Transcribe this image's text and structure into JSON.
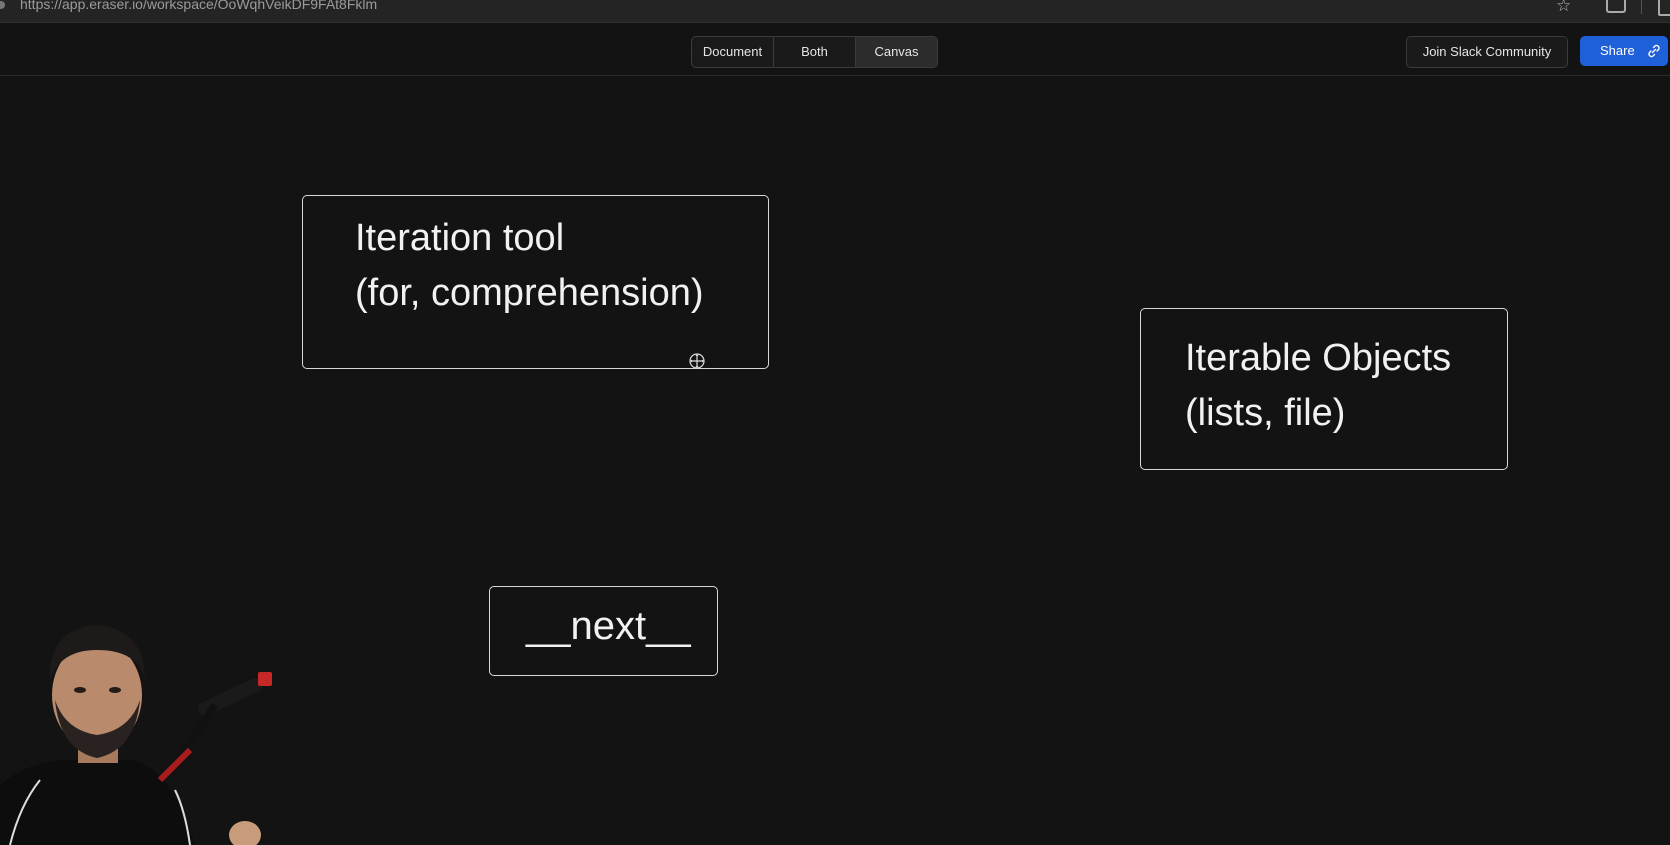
{
  "browser": {
    "url": "https://app.eraser.io/workspace/OoWqhVeikDF9FAt8Fklm",
    "icons": [
      "site-info-icon",
      "star-icon",
      "extensions-icon",
      "side-panel-icon"
    ]
  },
  "toolbar": {
    "view_modes": [
      "Document",
      "Both",
      "Canvas"
    ],
    "active_view": "Canvas",
    "slack_label": "Join Slack Community",
    "share_label": "Share",
    "share_color": "#1f5fd8"
  },
  "canvas": {
    "nodes": {
      "iteration_tool": "Iteration tool\n(for, comprehension)",
      "iterable_objects": "Iterable Objects\n(lists, file)",
      "next": "__next__"
    }
  }
}
